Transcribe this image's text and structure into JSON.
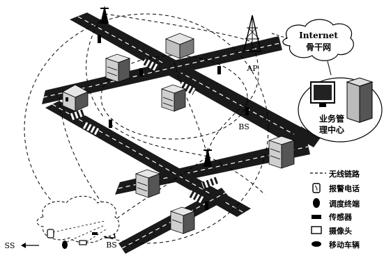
{
  "labels": {
    "ap": "AP",
    "bs_center": "BS",
    "bs_bottom": "BS",
    "ss": "SS",
    "internet": "Internet",
    "backbone": "骨干网",
    "center_line1": "业务管",
    "center_line2": "理中心"
  },
  "legend": [
    {
      "icon": "dashed-line-icon",
      "text": "无线链路"
    },
    {
      "icon": "alarm-phone-icon",
      "text": "报警电话"
    },
    {
      "icon": "dispatch-terminal-icon",
      "text": "调度终端"
    },
    {
      "icon": "sensor-icon",
      "text": "传感器"
    },
    {
      "icon": "camera-icon",
      "text": "摄像头"
    },
    {
      "icon": "mobile-vehicle-icon",
      "text": "移动车辆"
    }
  ],
  "colors": {
    "road": "#1a1a1a",
    "road_mark": "#ffffff",
    "building_face": "#d9d9d9",
    "building_side": "#555555",
    "ink": "#000000"
  }
}
